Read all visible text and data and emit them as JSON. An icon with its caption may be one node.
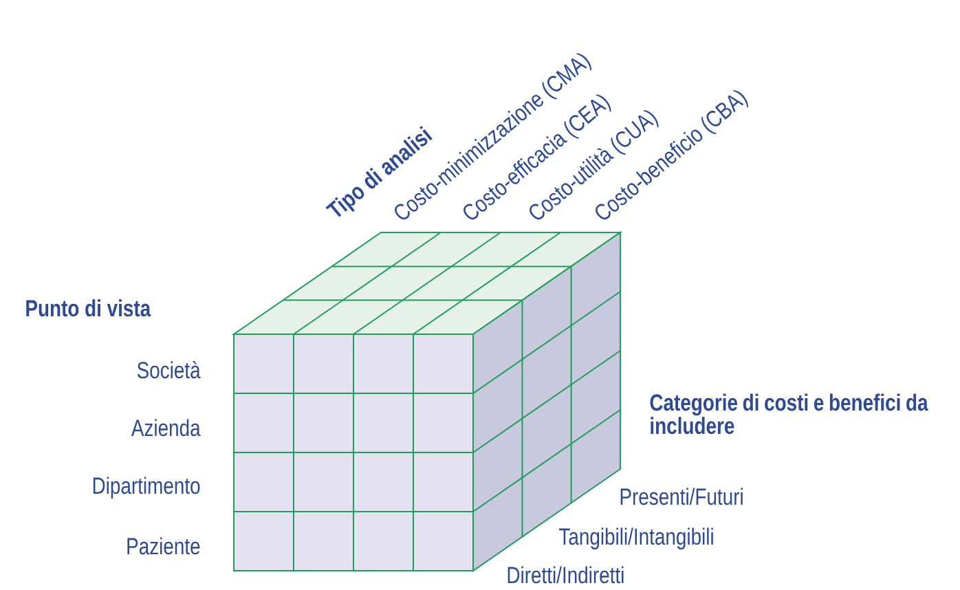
{
  "diagram": {
    "labels": [
      "Tipo di analisi",
      "Costo-minimizzazione (CMA)",
      "Costo-efficacia (CEA)",
      "Costo-utilità (CUA)",
      "Costo-beneficio (CBA)",
      "Punto di vista",
      "Società",
      "Azienda",
      "Dipartimento",
      "Paziente",
      "Categorie di costi e benefici da includere",
      "Presenti/Futuri",
      "Tangibili/Intangibili",
      "Diretti/Indiretti"
    ]
  }
}
